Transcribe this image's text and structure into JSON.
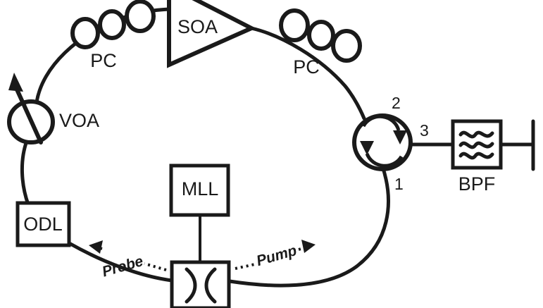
{
  "figure": {
    "kind": "optical-fiber-ring-cavity-schematic",
    "background_color": "#ffffff",
    "line_color": "#1a1a1a"
  },
  "components": {
    "soa": {
      "label": "SOA",
      "name": "semiconductor-optical-amplifier"
    },
    "pc_left": {
      "label": "PC",
      "name": "polarization-controller-left",
      "loops": 3
    },
    "pc_right": {
      "label": "PC",
      "name": "polarization-controller-right",
      "loops": 3
    },
    "voa": {
      "label": "VOA",
      "name": "variable-optical-attenuator"
    },
    "odl": {
      "label": "ODL",
      "name": "optical-delay-line"
    },
    "mll": {
      "label": "MLL",
      "name": "mode-locked-laser"
    },
    "coupler": {
      "label": "",
      "name": "optical-coupler"
    },
    "circulator": {
      "name": "optical-circulator",
      "ports": [
        "1",
        "2",
        "3"
      ]
    },
    "bpf": {
      "label": "BPF",
      "name": "band-pass-filter"
    },
    "output": {
      "name": "output-terminal"
    }
  },
  "flow_labels": {
    "probe": "Probe",
    "pump": "Pump"
  },
  "ports": {
    "port1": "1",
    "port2": "2",
    "port3": "3"
  }
}
